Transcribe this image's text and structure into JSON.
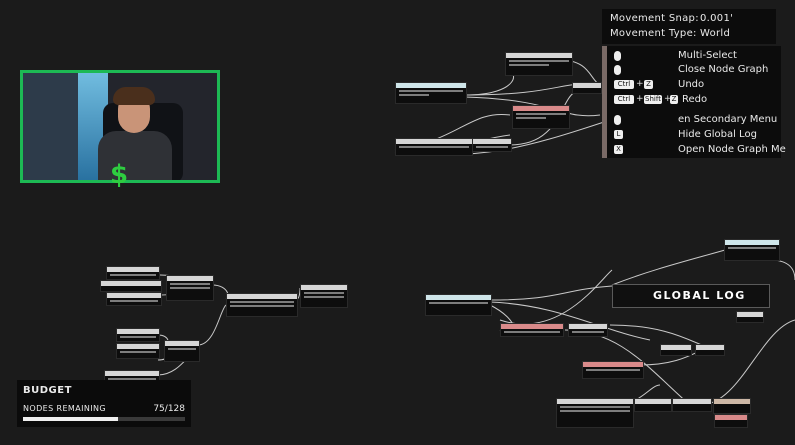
{
  "snap": {
    "movement_snap_label": "Movement Snap:",
    "movement_snap_value": "0.001'",
    "movement_type_label": "Movement Type:",
    "movement_type_value": "World"
  },
  "shortcuts": [
    {
      "keys": [
        "mouse"
      ],
      "label": "Multi-Select"
    },
    {
      "keys": [
        "mouse"
      ],
      "label": "Close Node Graph"
    },
    {
      "keys": [
        "Ctrl",
        "Z"
      ],
      "label": "Undo"
    },
    {
      "keys": [
        "Ctrl",
        "Shift",
        "Z"
      ],
      "label": "Redo"
    },
    {
      "keys": [
        "mouse"
      ],
      "label": "en Secondary Menu"
    },
    {
      "keys": [
        "L"
      ],
      "label": "Hide Global Log"
    },
    {
      "keys": [
        "X"
      ],
      "label": "Open Node Graph Me"
    }
  ],
  "global_log": {
    "title": "GLOBAL LOG"
  },
  "budget": {
    "title": "BUDGET",
    "label": "NODES REMAINING",
    "count": "75/128",
    "remaining_fraction": 0.5859
  },
  "colors": {
    "accent_green": "#1db954",
    "node_header_grey": "#d6d6d6",
    "node_header_cyan": "#cfe6ea",
    "node_header_pink": "#d98a8a",
    "node_header_tan": "#cdb8a6",
    "wire": "#e8e8e8"
  },
  "icons": {
    "webcam_logo": "dollar-mascot-icon",
    "mouse": "mouse-icon"
  }
}
